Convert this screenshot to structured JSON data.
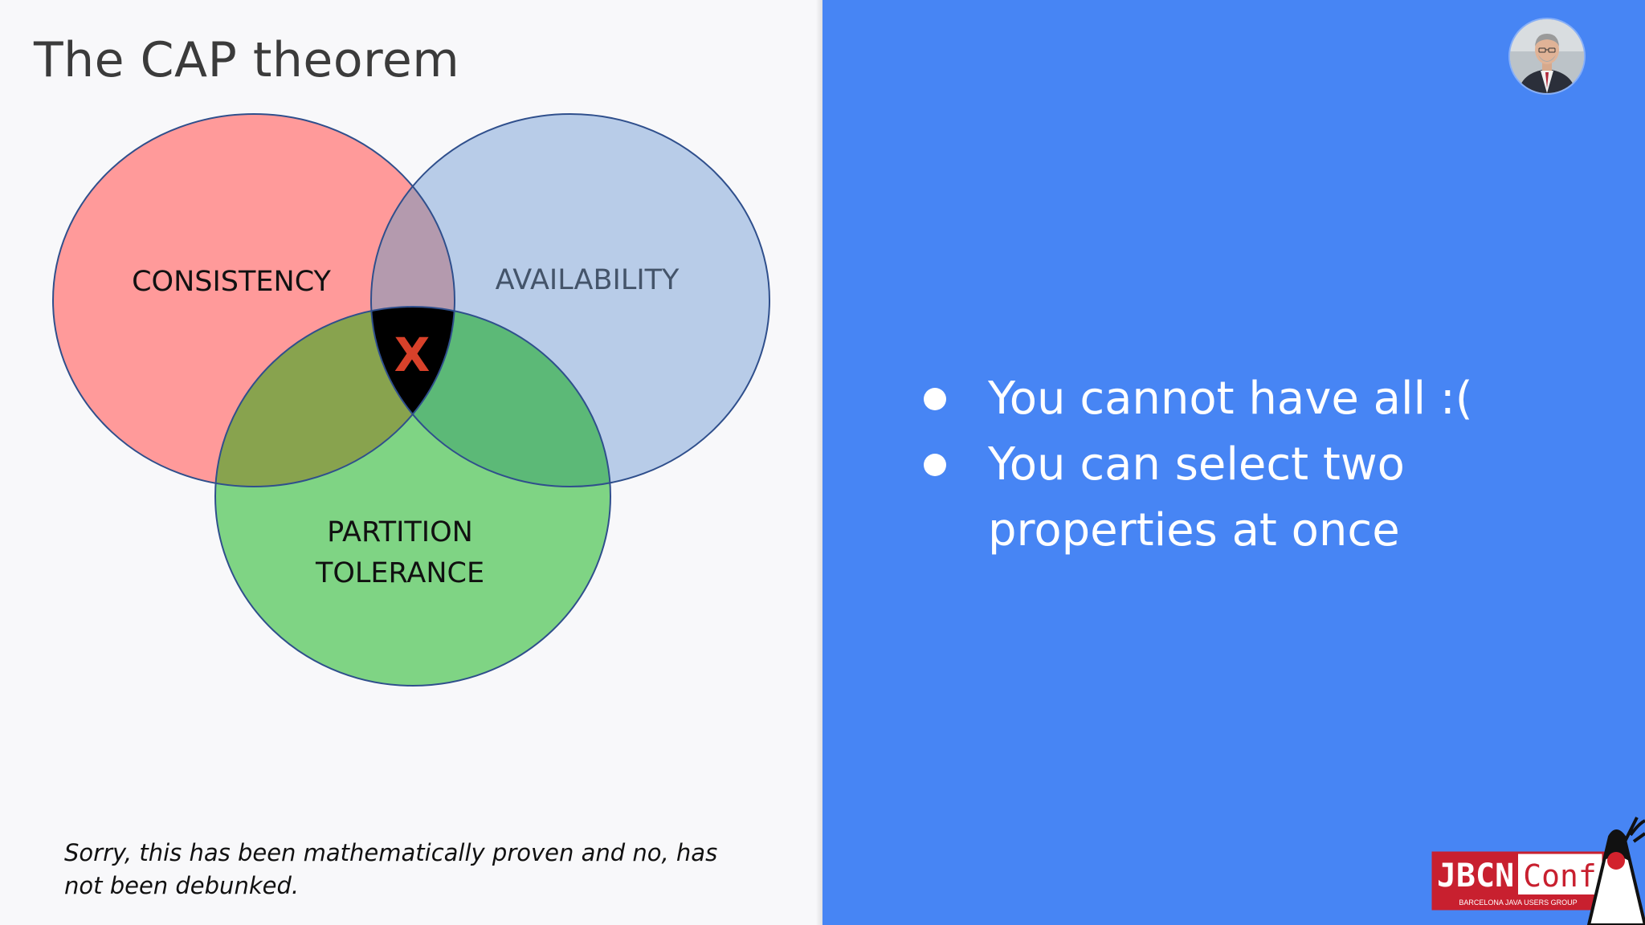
{
  "slide": {
    "title": "The CAP theorem",
    "footnote": "Sorry, this has been mathematically proven and no, has not been debunked."
  },
  "venn": {
    "sets": [
      {
        "name": "CONSISTENCY",
        "color": "#ff9a9a"
      },
      {
        "name": "AVAILABILITY",
        "color": "#b8cce8"
      },
      {
        "name": "PARTITION TOLERANCE",
        "lines": [
          "PARTITION",
          "TOLERANCE"
        ],
        "color": "#7fd484"
      }
    ],
    "center_mark": "X",
    "center_mark_color": "#d8412a",
    "center_fill": "#000000"
  },
  "bullets": [
    {
      "text": "You cannot have all :("
    },
    {
      "text": "You can select two properties at once"
    }
  ],
  "colors": {
    "right_panel": "#4785f4",
    "left_panel": "#f8f8fa"
  },
  "avatar": {
    "icon": "speaker-avatar"
  },
  "logo": {
    "text_left": "JBCN",
    "text_right": "Conf",
    "subtitle": "BARCELONA JAVA USERS GROUP",
    "icon": "duke-mascot-icon"
  }
}
